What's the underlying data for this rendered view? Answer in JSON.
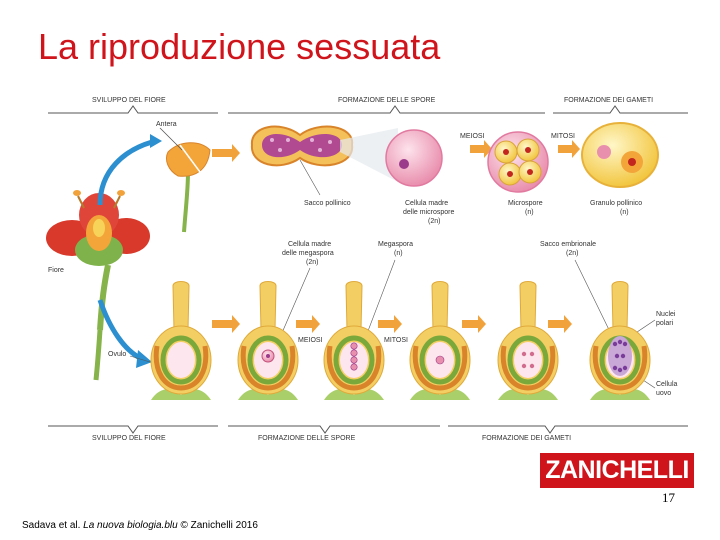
{
  "slide": {
    "title": "La riproduzione sessuata",
    "page_number": "17",
    "credit_pre": "Sadava et al. ",
    "credit_book": "La nuova biologia.blu",
    "credit_post": " © Zanichelli 2016"
  },
  "logo": {
    "text": "ZANICHELLI"
  },
  "diagram": {
    "headers": {
      "top_left": "SVILUPPO DEL FIORE",
      "top_mid": "FORMAZIONE DELLE SPORE",
      "top_right": "FORMAZIONE DEI GAMETI",
      "bottom_left": "SVILUPPO DEL FIORE",
      "bottom_mid": "FORMAZIONE DELLE SPORE",
      "bottom_right": "FORMAZIONE DEI GAMETI"
    },
    "labels": {
      "antera": "Antera",
      "fiore": "Fiore",
      "ovulo": "Ovulo",
      "sacco_pollinico": "Sacco pollinico",
      "cellula_madre_micro_1": "Cellula madre",
      "cellula_madre_micro_2": "delle microspore",
      "cellula_madre_micro_3": "(2n)",
      "microspore_1": "Microspore",
      "microspore_2": "(n)",
      "granulo_1": "Granulo pollinico",
      "granulo_2": "(n)",
      "cellula_madre_mega_1": "Cellula madre",
      "cellula_madre_mega_2": "delle megaspora",
      "cellula_madre_mega_3": "(2n)",
      "megaspora_1": "Megaspora",
      "megaspora_2": "(n)",
      "sacco_embrionale_1": "Sacco embrionale",
      "sacco_embrionale_2": "(2n)",
      "nuclei_1": "Nuclei",
      "nuclei_2": "polari",
      "cellula_uovo_1": "Cellula",
      "cellula_uovo_2": "uovo",
      "meiosi_top": "MEIOSI",
      "mitosi_top": "MITOSI",
      "meiosi_bottom": "MEIOSI",
      "mitosi_bottom": "MITOSI"
    }
  },
  "colors": {
    "title": "#d0141c",
    "logo_bg": "#d0141c",
    "header_text": "#333333",
    "arrow_orange": "#f2a23a",
    "arrow_blue": "#2b8fd0",
    "ovule_yellow": "#f3cf63",
    "ovule_green": "#7aa83a",
    "integument_orange": "#d9842a"
  }
}
